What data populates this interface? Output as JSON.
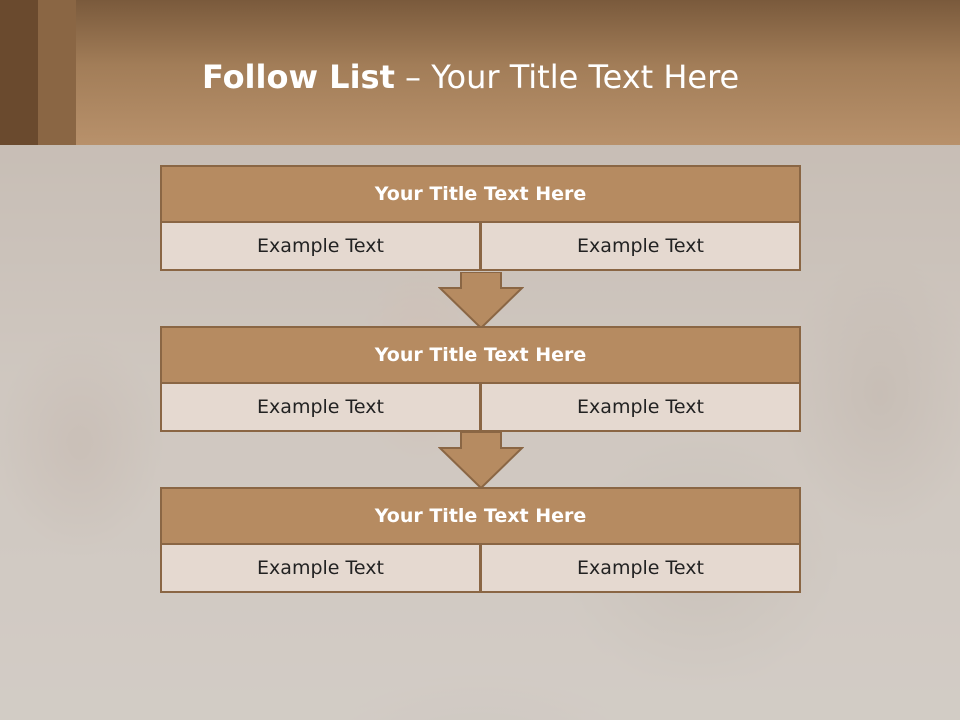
{
  "title": {
    "bold": "Follow List",
    "rest": " – Your Title Text Here"
  },
  "blocks": [
    {
      "heading": "Your Title Text Here",
      "cells": [
        "Example Text",
        "Example Text"
      ]
    },
    {
      "heading": "Your Title Text Here",
      "cells": [
        "Example Text",
        "Example Text"
      ]
    },
    {
      "heading": "Your Title Text Here",
      "cells": [
        "Example Text",
        "Example Text"
      ]
    }
  ],
  "colors": {
    "header": "#b8916b",
    "accent": "#8a6644",
    "block_head": "#b68b61",
    "cell": "#e5d9d0"
  }
}
